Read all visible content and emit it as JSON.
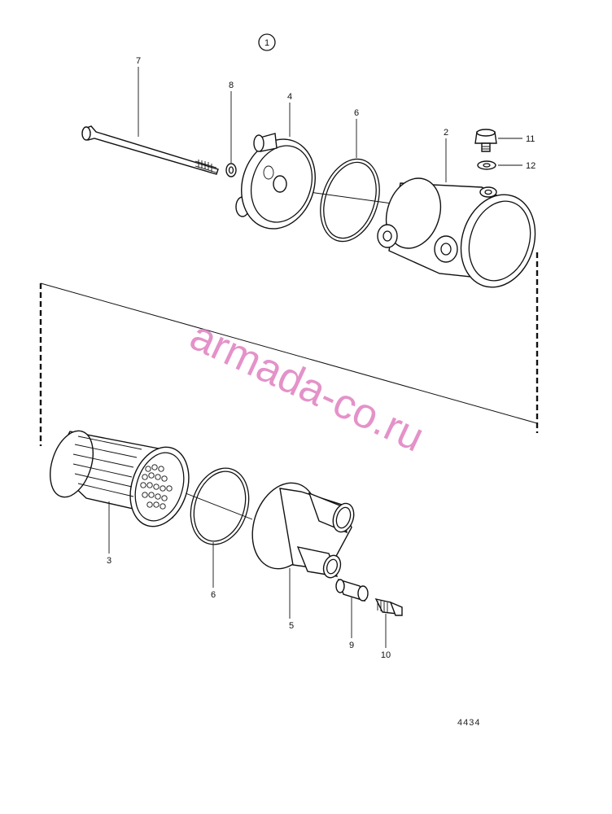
{
  "figure": {
    "view_number": "1",
    "reference_number": "4434",
    "watermark": "armada-co.ru"
  },
  "callouts": [
    {
      "id": "c1",
      "label": "7"
    },
    {
      "id": "c2",
      "label": "8"
    },
    {
      "id": "c3",
      "label": "4"
    },
    {
      "id": "c4",
      "label": "6"
    },
    {
      "id": "c5",
      "label": "2"
    },
    {
      "id": "c6",
      "label": "11"
    },
    {
      "id": "c7",
      "label": "12"
    },
    {
      "id": "c8",
      "label": "3"
    },
    {
      "id": "c9",
      "label": "6"
    },
    {
      "id": "c10",
      "label": "5"
    },
    {
      "id": "c11",
      "label": "9"
    },
    {
      "id": "c12",
      "label": "10"
    }
  ]
}
